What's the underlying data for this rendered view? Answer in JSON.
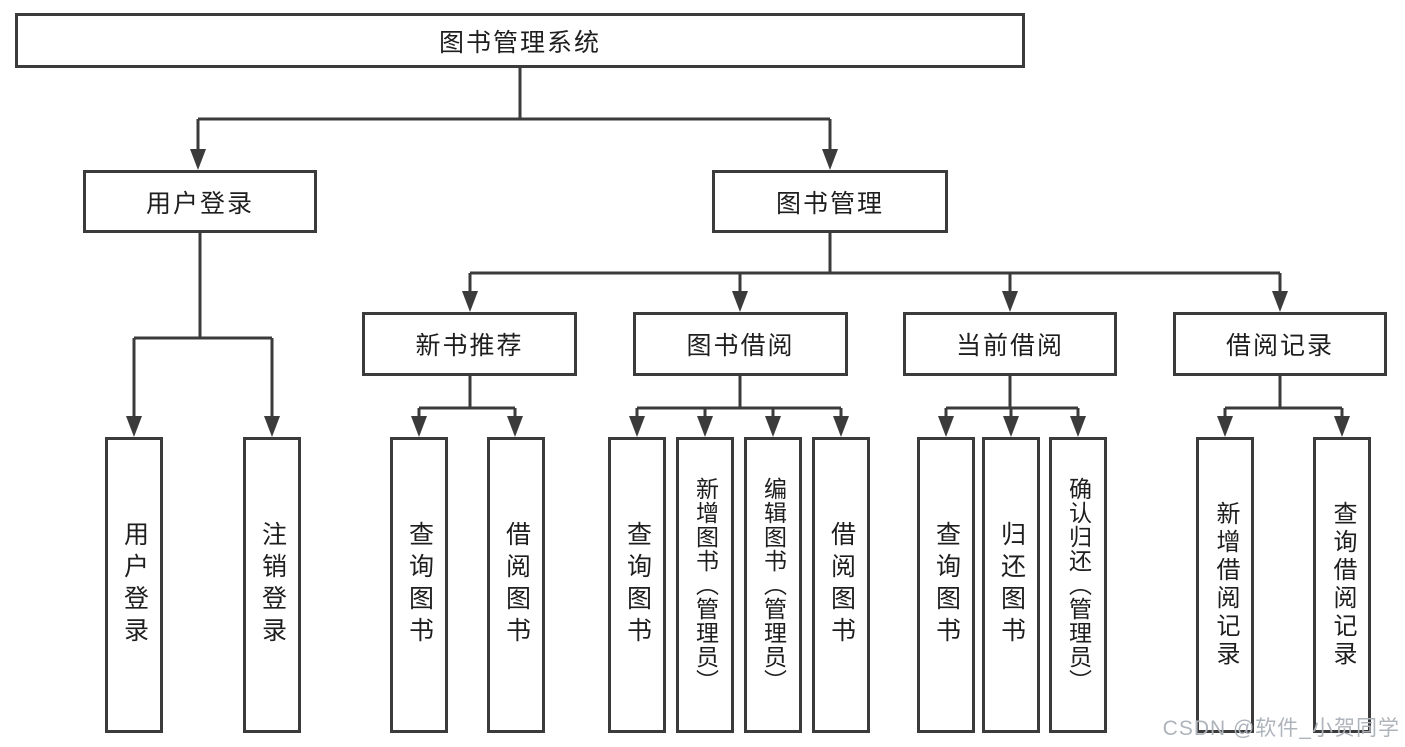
{
  "diagram": {
    "root": {
      "label": "图书管理系统"
    },
    "level2": [
      {
        "id": "user-login",
        "label": "用户登录"
      },
      {
        "id": "book-management",
        "label": "图书管理"
      }
    ],
    "level3": [
      {
        "id": "new-book-recommend",
        "label": "新书推荐"
      },
      {
        "id": "book-borrow",
        "label": "图书借阅"
      },
      {
        "id": "current-borrow",
        "label": "当前借阅"
      },
      {
        "id": "borrow-records",
        "label": "借阅记录"
      }
    ],
    "leaves": [
      {
        "id": "user-login-leaf",
        "label": "用户登录"
      },
      {
        "id": "logout-leaf",
        "label": "注销登录"
      },
      {
        "id": "recommend-query-book",
        "label": "查询图书"
      },
      {
        "id": "recommend-borrow-book",
        "label": "借阅图书"
      },
      {
        "id": "borrow-query-book",
        "label": "查询图书"
      },
      {
        "id": "borrow-add-book",
        "label": "新增图书（管理员）"
      },
      {
        "id": "borrow-edit-book",
        "label": "编辑图书（管理员）"
      },
      {
        "id": "borrow-borrow-book",
        "label": "借阅图书"
      },
      {
        "id": "current-query-book",
        "label": "查询图书"
      },
      {
        "id": "current-return-book",
        "label": "归还图书"
      },
      {
        "id": "current-confirm-return",
        "label": "确认归还（管理员）"
      },
      {
        "id": "records-add-record",
        "label": "新增借阅记录"
      },
      {
        "id": "records-query-record",
        "label": "查询借阅记录"
      }
    ]
  },
  "watermark": {
    "text": "CSDN @软件_小贺同学"
  },
  "colors": {
    "line": "#3b3b3b",
    "text": "#1e1e1e",
    "watermark": "#aeb4bb"
  }
}
